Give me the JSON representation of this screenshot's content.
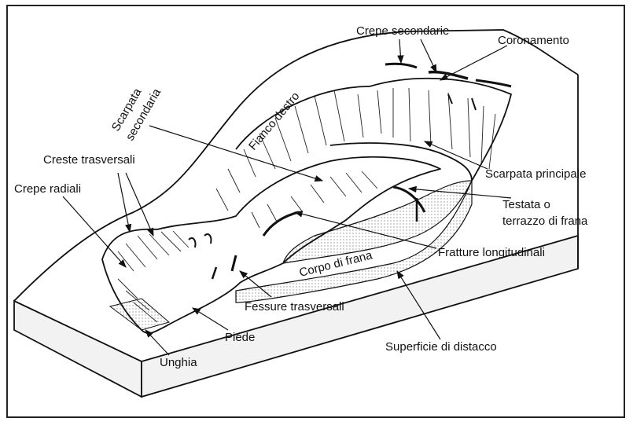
{
  "labels": {
    "crepe_secondarie": "Crepe secondarie",
    "coronamento": "Coronamento",
    "scarpata_secondaria": "Scarpata secondaria",
    "fianco_destro": "Fianco destro",
    "creste_trasversali": "Creste trasversali",
    "crepe_radiali": "Crepe radiali",
    "scarpata_principale": "Scarpata principale",
    "testata_line1": "Testata o",
    "testata_line2": "terrazzo di frana",
    "fratture_longitudinali": "Fratture longitudinali",
    "corpo_di_frana": "Corpo di frana",
    "fessure_trasversali": "Fessure trasversali",
    "piede": "Piede",
    "unghia": "Unghia",
    "superficie_di_distacco": "Superficie di distacco"
  },
  "colors": {
    "line": "#111111",
    "side_face": "#f2f2f2",
    "slip_surface": "#e6e6e6"
  }
}
